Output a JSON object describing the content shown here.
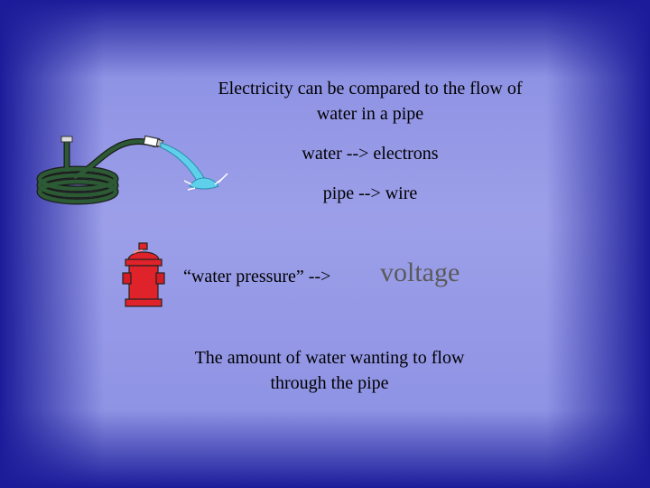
{
  "slide": {
    "title_line1": "Electricity can be compared to the flow of",
    "title_line2": "water in a pipe",
    "line_water": "water --> electrons",
    "line_pipe": "pipe --> wire",
    "line_pressure": "“water pressure” -->",
    "line_voltage": "voltage",
    "amount_line1": "The amount of water wanting to flow",
    "amount_line2": "through the pipe"
  },
  "images": {
    "hose": "garden-hose-icon",
    "hydrant": "fire-hydrant-icon"
  },
  "colors": {
    "background_edge": "#1c1c9a",
    "background_center": "#9c9fe8",
    "voltage_text": "#5a5a5a",
    "hose_green": "#2c5a35",
    "water": "#5fd0ea",
    "hydrant_red": "#e0222a"
  }
}
